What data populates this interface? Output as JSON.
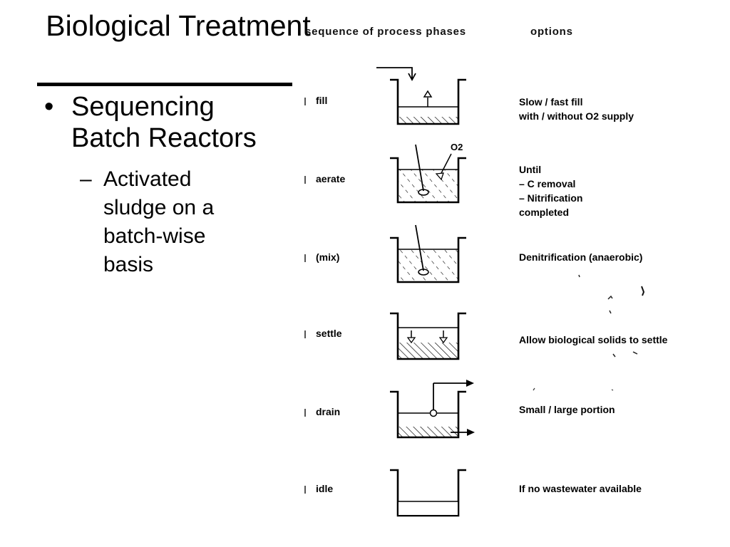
{
  "slide": {
    "title": "Biological Treatment",
    "bullet": {
      "marker": "•",
      "text": "Sequencing Batch Reactors"
    },
    "sub_bullet": {
      "marker": "–",
      "text": "Activated sludge on a batch-wise basis"
    }
  },
  "diagram": {
    "headers": {
      "sequence": "sequence of process phases",
      "options": "options"
    },
    "phases": [
      {
        "label": "fill",
        "icon": "fill-tank-icon",
        "options": [
          "Slow / fast fill",
          "with / without O2 supply"
        ]
      },
      {
        "label": "aerate",
        "icon": "aerate-tank-icon",
        "o2_label": "O2",
        "options": [
          "Until",
          "– C removal",
          "– Nitrification",
          "completed"
        ]
      },
      {
        "label": "(mix)",
        "icon": "mix-tank-icon",
        "options": [
          "Denitrification (anaerobic)"
        ]
      },
      {
        "label": "settle",
        "icon": "settle-tank-icon",
        "options": [
          "Allow biological solids to settle"
        ]
      },
      {
        "label": "drain",
        "icon": "drain-tank-icon",
        "options": [
          "Small / large portion"
        ]
      },
      {
        "label": "idle",
        "icon": "idle-tank-icon",
        "options": [
          "If no wastewater available"
        ]
      }
    ]
  }
}
